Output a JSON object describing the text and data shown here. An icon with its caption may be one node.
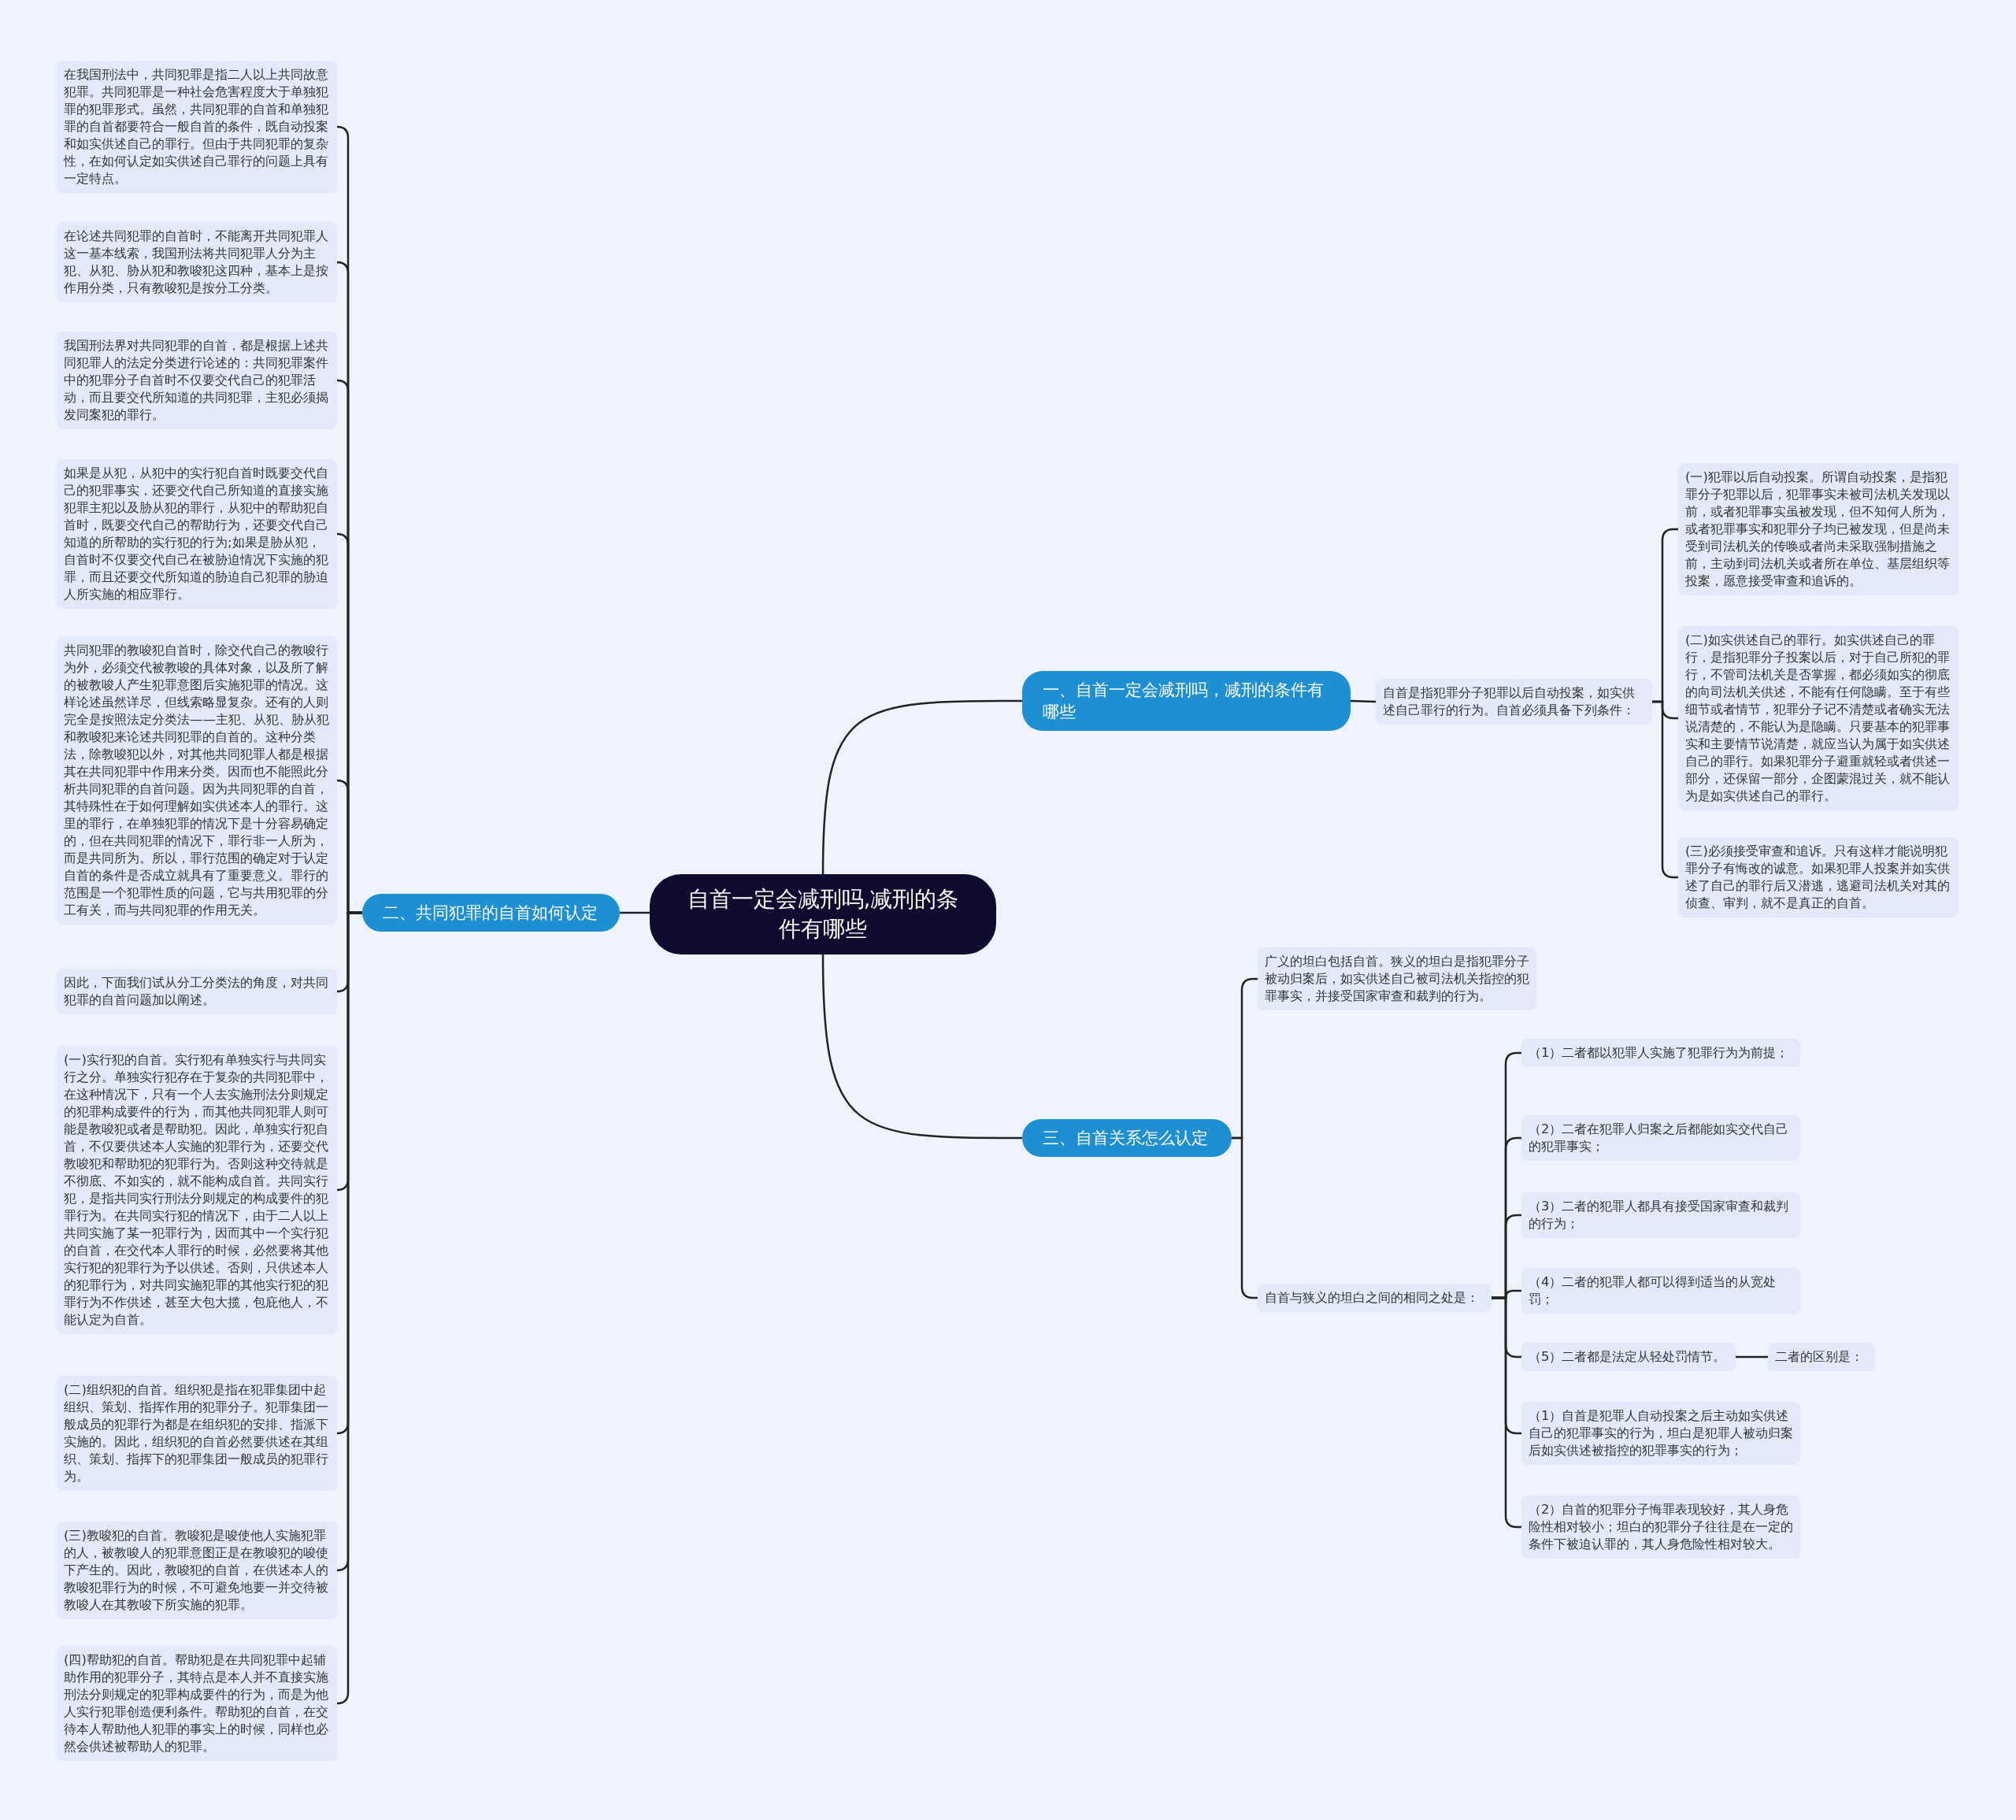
{
  "diagram": {
    "nodes": [
      {
        "text": [
          "自首一定会减刑吗,减刑的条件有哪些"
        ]
      },
      {
        "text": [
          "一、自首一定会减刑吗，减刑的条件有哪些"
        ]
      },
      {
        "text": [
          "自首是指犯罪分子犯罪以后自动投案，如实供述自己罪行的行为。自首必须具备下列条件："
        ]
      },
      {
        "text": [
          "(一)犯罪以后自动投案。所谓自动投案，是指犯罪分子犯罪以后，犯罪事实未被司法机关发现以前，或者犯罪事实虽被发现，但不知何人所为，或者犯罪事实和犯罪分子均已被发现，但是尚未受到司法机关的传唤或者尚未采取强制措施之前，主动到司法机关或者所在单位、基层组织等投案，愿意接受审查和追诉的。"
        ]
      },
      {
        "text": [
          "(二)如实供述自己的罪行。如实供述自己的罪行，是指犯罪分子投案以后，对于自己所犯的罪行，不管司法机关是否掌握，都必须如实的彻底的向司法机关供述，不能有任何隐瞒。至于有些细节或者情节，犯罪分子记不清楚或者确实无法说清楚的，不能认为是隐瞒。只要基本的犯罪事实和主要情节说清楚，就应当认为属于如实供述自己的罪行。如果犯罪分子避重就轻或者供述一部分，还保留一部分，企图蒙混过关，就不能认为是如实供述自己的罪行。"
        ]
      },
      {
        "text": [
          "(三)必须接受审查和追诉。只有这样才能说明犯罪分子有悔改的诚意。如果犯罪人投案并如实供述了自己的罪行后又潜逃，逃避司法机关对其的侦查、审判，就不是真正的自首。"
        ]
      },
      {
        "text": [
          "二、共同犯罪的自首如何认定"
        ]
      },
      {
        "text": [
          "在我国刑法中，共同犯罪是指二人以上共同故意犯罪。共同犯罪是一种社会危害程度大于单独犯罪的犯罪形式。虽然，共同犯罪的自首和单独犯罪的自首都要符合一般自首的条件，既自动投案和如实供述自己的罪行。但由于共同犯罪的复杂性，在如何认定如实供述自己罪行的问题上具有一定特点。"
        ]
      },
      {
        "text": [
          "在论述共同犯罪的自首时，不能离开共同犯罪人这一基本线索，我国刑法将共同犯罪人分为主犯、从犯、胁从犯和教唆犯这四种，基本上是按作用分类，只有教唆犯是按分工分类。"
        ]
      },
      {
        "text": [
          "我国刑法界对共同犯罪的自首，都是根据上述共同犯罪人的法定分类进行论述的：共同犯罪案件中的犯罪分子自首时不仅要交代自己的犯罪活动，而且要交代所知道的共同犯罪，主犯必须揭发同案犯的罪行。"
        ]
      },
      {
        "text": [
          "如果是从犯，从犯中的实行犯自首时既要交代自己的犯罪事实，还要交代自己所知道的直接实施犯罪主犯以及胁从犯的罪行，从犯中的帮助犯自首时，既要交代自己的帮助行为，还要交代自己知道的所帮助的实行犯的行为;如果是胁从犯，自首时不仅要交代自己在被胁迫情况下实施的犯罪，而且还要交代所知道的胁迫自己犯罪的胁迫人所实施的相应罪行。"
        ]
      },
      {
        "text": [
          "共同犯罪的教唆犯自首时，除交代自己的教唆行为外，必须交代被教唆的具体对象，以及所了解的被教唆人产生犯罪意图后实施犯罪的情况。这样论述虽然详尽，但线索略显复杂。还有的人则完全是按照法定分类法——主犯、从犯、胁从犯和教唆犯来论述共同犯罪的自首的。这种分类法，除教唆犯以外，对其他共同犯罪人都是根据其在共同犯罪中作用来分类。因而也不能照此分析共同犯罪的自首问题。因为共同犯罪的自首，其特殊性在于如何理解如实供述本人的罪行。这里的罪行，在单独犯罪的情况下是十分容易确定的，但在共同犯罪的情况下，罪行非一人所为，而是共同所为。所以，罪行范围的确定对于认定自首的条件是否成立就具有了重要意义。罪行的范围是一个犯罪性质的问题，它与共用犯罪的分工有关，而与共同犯罪的作用无关。"
        ]
      },
      {
        "text": [
          "因此，下面我们试从分工分类法的角度，对共同犯罪的自首问题加以阐述。"
        ]
      },
      {
        "text": [
          "(一)实行犯的自首。实行犯有单独实行与共同实行之分。单独实行犯存在于复杂的共同犯罪中，在这种情况下，只有一个人去实施刑法分则规定的犯罪构成要件的行为，而其他共同犯罪人则可能是教唆犯或者是帮助犯。因此，单独实行犯自首，不仅要供述本人实施的犯罪行为，还要交代教唆犯和帮助犯的犯罪行为。否则这种交待就是不彻底、不如实的，就不能构成自首。共同实行犯，是指共同实行刑法分则规定的构成要件的犯罪行为。在共同实行犯的情况下，由于二人以上共同实施了某一犯罪行为，因而其中一个实行犯的自首，在交代本人罪行的时候，必然要将其他实行犯的犯罪行为予以供述。否则，只供述本人的犯罪行为，对共同实施犯罪的其他实行犯的犯罪行为不作供述，甚至大包大揽，包庇他人，不能认定为自首。"
        ]
      },
      {
        "text": [
          "(二)组织犯的自首。组织犯是指在犯罪集团中起组织、策划、指挥作用的犯罪分子。犯罪集团一般成员的犯罪行为都是在组织犯的安排、指派下实施的。因此，组织犯的自首必然要供述在其组织、策划、指挥下的犯罪集团一般成员的犯罪行为。"
        ]
      },
      {
        "text": [
          "(三)教唆犯的自首。教唆犯是唆使他人实施犯罪的人，被教唆人的犯罪意图正是在教唆犯的唆使下产生的。因此，教唆犯的自首，在供述本人的教唆犯罪行为的时候，不可避免地要一并交待被教唆人在其教唆下所实施的犯罪。"
        ]
      },
      {
        "text": [
          "(四)帮助犯的自首。帮助犯是在共同犯罪中起辅助作用的犯罪分子，其特点是本人并不直接实施刑法分则规定的犯罪构成要件的行为，而是为他人实行犯罪创造便利条件。帮助犯的自首，在交待本人帮助他人犯罪的事实上的时候，同样也必然会供述被帮助人的犯罪。"
        ]
      },
      {
        "text": [
          "三、自首关系怎么认定"
        ]
      },
      {
        "text": [
          "广义的坦白包括自首。狭义的坦白是指犯罪分子被动归案后，如实供述自己被司法机关指控的犯罪事实，并接受国家审查和裁判的行为。"
        ]
      },
      {
        "text": [
          "自首与狭义的坦白之间的相同之处是："
        ]
      },
      {
        "text": [
          "（1）二者都以犯罪人实施了犯罪行为为前提；"
        ]
      },
      {
        "text": [
          "（2）二者在犯罪人归案之后都能如实交代自己的犯罪事实；"
        ]
      },
      {
        "text": [
          "（3）二者的犯罪人都具有接受国家审查和裁判的行为；"
        ]
      },
      {
        "text": [
          "（4）二者的犯罪人都可以得到适当的从宽处罚；"
        ]
      },
      {
        "text": [
          "（5）二者都是法定从轻处罚情节。"
        ]
      },
      {
        "text": [
          "二者的区别是："
        ]
      },
      {
        "text": [
          "（1）自首是犯罪人自动投案之后主动如实供述自己的犯罪事实的行为，坦白是犯罪人被动归案后如实供述被指控的犯罪事实的行为；"
        ]
      },
      {
        "text": [
          "（2）自首的犯罪分子悔罪表现较好，其人身危险性相对较小；坦白的犯罪分子往往是在一定的条件下被迫认罪的，其人身危险性相对较大。"
        ]
      }
    ],
    "edges": [
      {
        "from": 0,
        "to": 1,
        "arrow": "none"
      },
      {
        "from": 1,
        "to": 2,
        "arrow": "none"
      },
      {
        "from": 2,
        "to": 3,
        "arrow": "none"
      },
      {
        "from": 2,
        "to": 4,
        "arrow": "none"
      },
      {
        "from": 2,
        "to": 5,
        "arrow": "none"
      },
      {
        "from": 0,
        "to": 6,
        "arrow": "none"
      },
      {
        "from": 6,
        "to": 7,
        "arrow": "none"
      },
      {
        "from": 6,
        "to": 8,
        "arrow": "none"
      },
      {
        "from": 6,
        "to": 9,
        "arrow": "none"
      },
      {
        "from": 6,
        "to": 10,
        "arrow": "none"
      },
      {
        "from": 6,
        "to": 11,
        "arrow": "none"
      },
      {
        "from": 6,
        "to": 12,
        "arrow": "none"
      },
      {
        "from": 6,
        "to": 13,
        "arrow": "none"
      },
      {
        "from": 6,
        "to": 14,
        "arrow": "none"
      },
      {
        "from": 6,
        "to": 15,
        "arrow": "none"
      },
      {
        "from": 6,
        "to": 16,
        "arrow": "none"
      },
      {
        "from": 0,
        "to": 17,
        "arrow": "none"
      },
      {
        "from": 17,
        "to": 18,
        "arrow": "none"
      },
      {
        "from": 17,
        "to": 19,
        "arrow": "none"
      },
      {
        "from": 19,
        "to": 20,
        "arrow": "none"
      },
      {
        "from": 19,
        "to": 21,
        "arrow": "none"
      },
      {
        "from": 19,
        "to": 22,
        "arrow": "none"
      },
      {
        "from": 19,
        "to": 23,
        "arrow": "none"
      },
      {
        "from": 19,
        "to": 24,
        "arrow": "none"
      },
      {
        "from": 24,
        "to": 25,
        "arrow": "none"
      },
      {
        "from": 19,
        "to": 26,
        "arrow": "none"
      },
      {
        "from": 19,
        "to": 27,
        "arrow": "none"
      }
    ]
  }
}
